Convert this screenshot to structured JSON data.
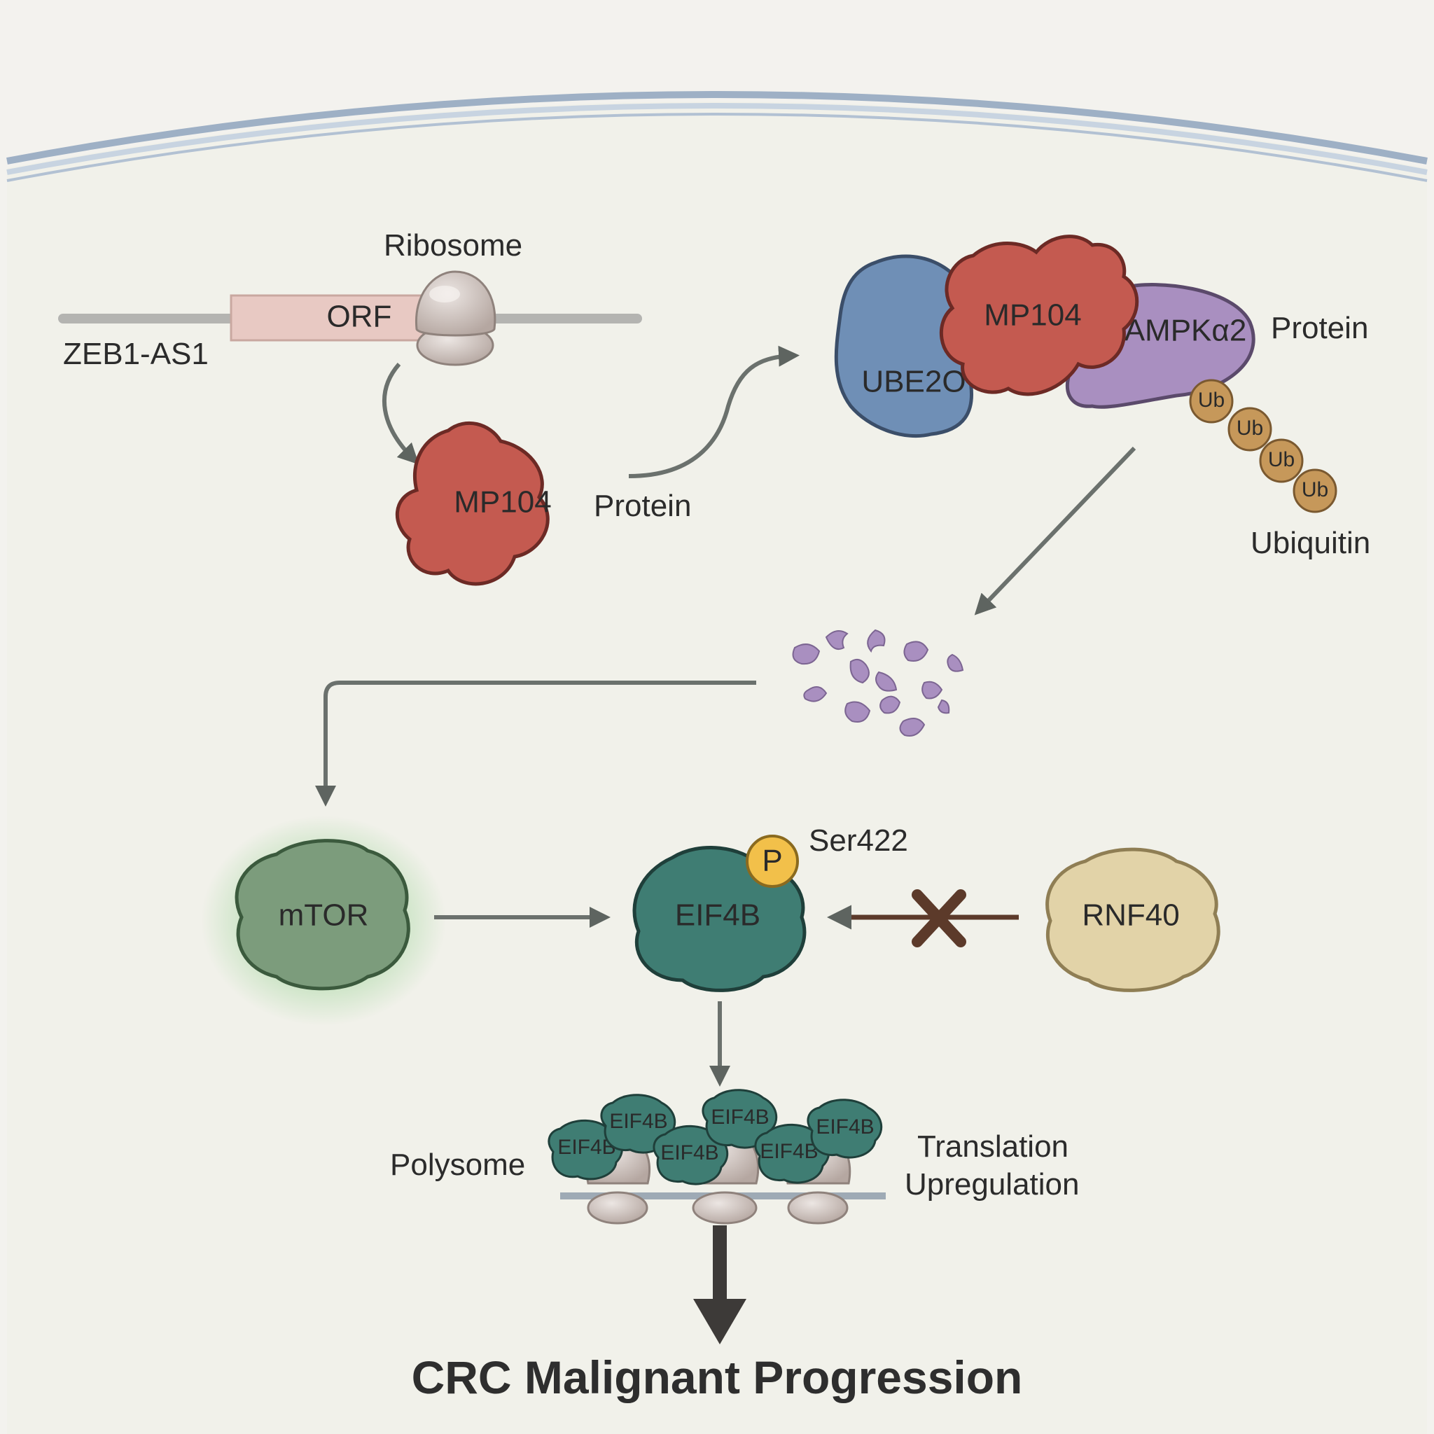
{
  "transcript": {
    "name": "ZEB1-AS1",
    "orf": "ORF"
  },
  "ribosome": "Ribosome",
  "mp104_protein": {
    "name": "MP104",
    "suffix": "Protein"
  },
  "complex": {
    "ube2o": "UBE2O",
    "mp104": "MP104",
    "ampk": "AMPKα2",
    "suffix": "Protein"
  },
  "ubiquitin": {
    "tag": "Ub",
    "label": "Ubiquitin",
    "count": 4
  },
  "pathway": {
    "mtor": "mTOR",
    "eif4b": "EIF4B",
    "phospho": "P",
    "site": "Ser422",
    "rnf40": "RNF40"
  },
  "polysome": {
    "label": "Polysome",
    "subunit": "EIF4B",
    "effect_line1": "Translation",
    "effect_line2": "Upregulation"
  },
  "outcome": "CRC Malignant Progression",
  "colors": {
    "background": "#f3f2ee",
    "membrane": "#a9b9cc",
    "mp104": "#c45a50",
    "ube2o": "#6f8fb6",
    "ampk": "#a98fc0",
    "ubiquitin": "#c6985a",
    "mtor": "#7c9c7c",
    "eif4b": "#3f7d73",
    "rnf40": "#e2d3a8",
    "phospho": "#f2c04a",
    "ribosome": "#cfc2bd",
    "arrow": "#5e6460",
    "inhibit": "#5c3a2a"
  }
}
